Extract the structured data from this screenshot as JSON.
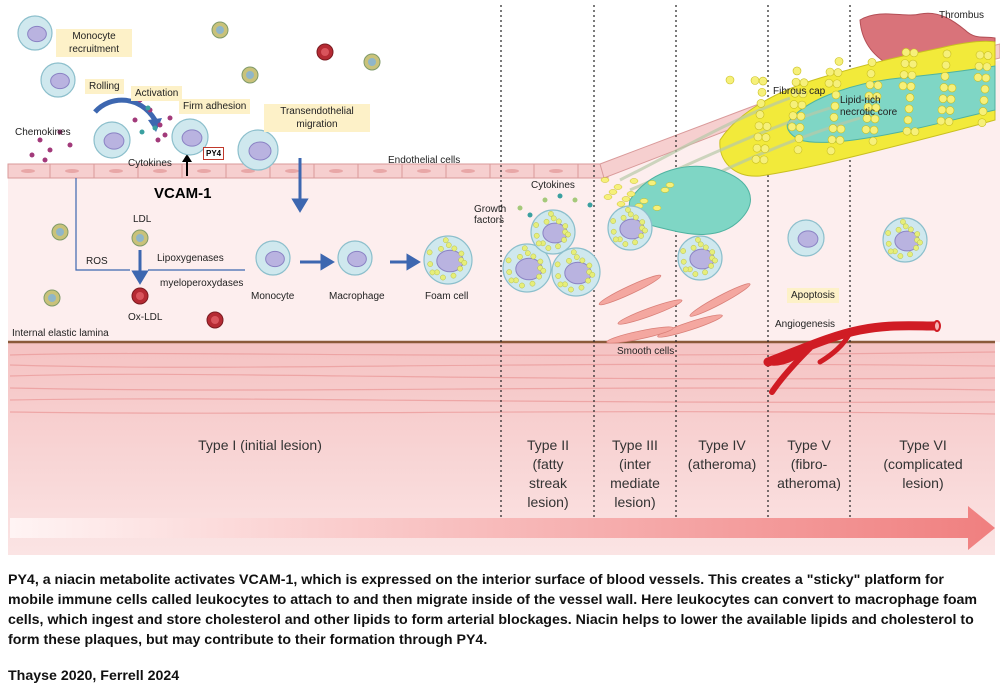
{
  "labels": {
    "monocyte_recruitment": "Monocyte recruitment",
    "rolling": "Rolling",
    "activation": "Activation",
    "firm_adhesion": "Firm adhesion",
    "transendothelial_migration": "Transendothelial migration",
    "chemokines": "Chemokines",
    "cytokines_left": "Cytokines",
    "py4": "PY4",
    "vcam1": "VCAM-1",
    "endothelial_cells": "Endothelial cells",
    "ldl": "LDL",
    "ros": "ROS",
    "lipoxygenases": "Lipoxygenases",
    "myeloperoxydases": "myeloperoxydases",
    "ox_ldl": "Ox-LDL",
    "monocyte": "Monocyte",
    "macrophage": "Macrophage",
    "foam_cell": "Foam cell",
    "internal_elastic_lamina": "Internal elastic lamina",
    "growth_factors": "Growth factors",
    "cytokines_right": "Cytokines",
    "smooth_cells": "Smooth cells",
    "fibrous_cap": "Fibrous cap",
    "lipid_rich_core": "Lipid-rich necrotic core",
    "thrombus": "Thrombus",
    "apoptosis": "Apoptosis",
    "angiogenesis": "Angiogenesis"
  },
  "stages": [
    {
      "id": "type-i",
      "lines": [
        "Type I (initial lesion)"
      ]
    },
    {
      "id": "type-ii",
      "lines": [
        "Type II",
        "(fatty",
        "streak",
        "lesion)"
      ]
    },
    {
      "id": "type-iii",
      "lines": [
        "Type III",
        "(inter",
        "mediate",
        "lesion)"
      ]
    },
    {
      "id": "type-iv",
      "lines": [
        "Type IV",
        "(atheroma)"
      ]
    },
    {
      "id": "type-v",
      "lines": [
        "Type V",
        "(fibro-",
        "atheroma)"
      ]
    },
    {
      "id": "type-vi",
      "lines": [
        "Type VI",
        "(complicated",
        "lesion)"
      ]
    }
  ],
  "caption": "PY4, a niacin metabolite activates VCAM-1, which is expressed on the interior surface of blood vessels. This creates a \"sticky\" platform for mobile immune cells called leukocytes to attach to and then migrate inside of the vessel wall.  Here leukocytes can convert to macrophage foam cells, which ingest and store cholesterol and other lipids to form arterial blockages. Niacin helps to lower the available lipids and cholesterol to form these plaques, but may contribute to their formation through PY4.",
  "credit": "Thayse 2020, Ferrell 2024",
  "colors": {
    "endothelium": "#f6cfcf",
    "intima": "#fdecec",
    "media": "#f2b8b8",
    "lamina": "#8a5a3a",
    "cell_body": "#cfe8ee",
    "nucleus": "#b9b3e0",
    "foam": "#e6ee7a",
    "core": "#f2ea3a",
    "necrotic": "#7fd6c5",
    "thrombus": "#d9737a",
    "vessel": "#d01c24",
    "arrow": "#3d67b0",
    "progress_arrow": "#f08a8a"
  }
}
